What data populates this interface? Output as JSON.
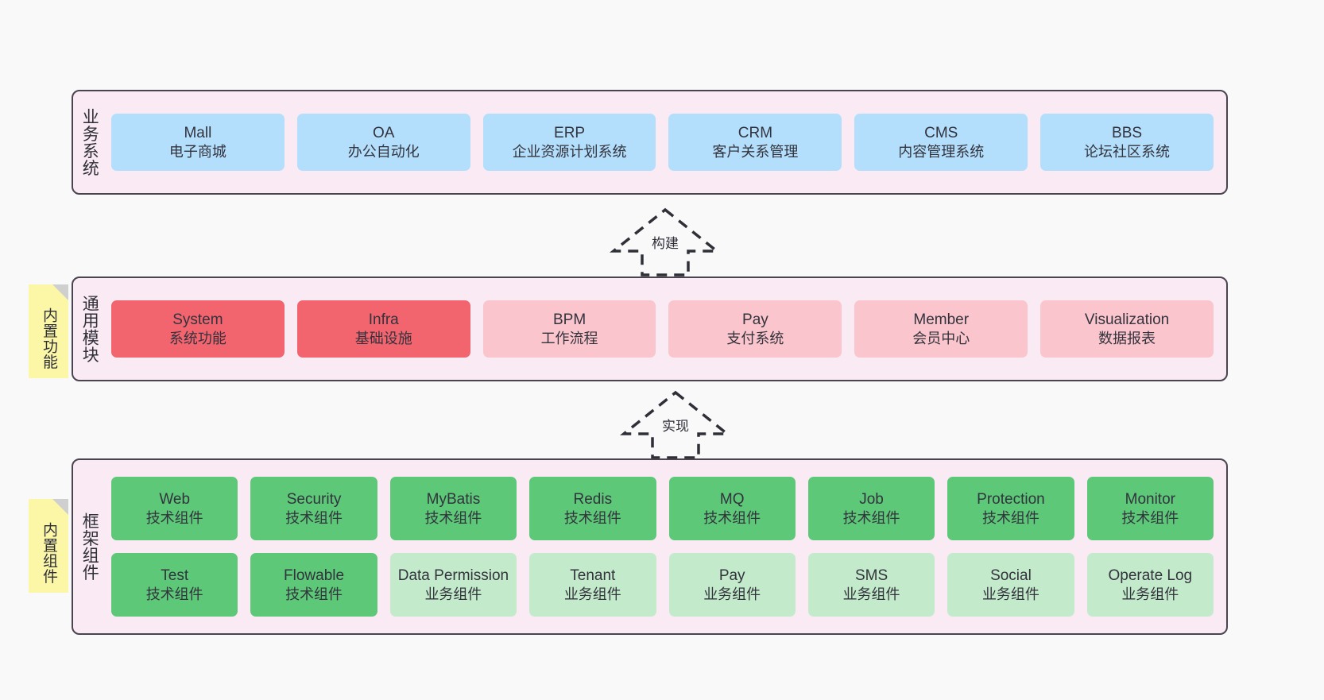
{
  "colors": {
    "canvas_bg": "#f9f9f9",
    "layer_fill": "#f9eaf4",
    "layer_border": "#4a4450",
    "business_card": "#b3dffc",
    "module_primary": "#f2646e",
    "module_secondary": "#fbc5cd",
    "framework_tech": "#5cc878",
    "framework_business": "#c3ebcb",
    "note_fill": "#fbf7a6",
    "note_fold": "#cfcfcf",
    "text": "#33333d"
  },
  "notes": [
    {
      "name": "builtin-functions",
      "label": "内置功能"
    },
    {
      "name": "builtin-components",
      "label": "内置组件"
    }
  ],
  "arrows": [
    {
      "name": "build",
      "label": "构建",
      "style": "dashed-hollow-generalization",
      "direction": "up"
    },
    {
      "name": "implement",
      "label": "实现",
      "style": "dashed-hollow-generalization",
      "direction": "up"
    }
  ],
  "layers": [
    {
      "id": "business",
      "title": "业务系统",
      "rows": [
        {
          "cards": [
            {
              "en": "Mall",
              "cn": "电子商城",
              "color": "#b3dffc"
            },
            {
              "en": "OA",
              "cn": "办公自动化",
              "color": "#b3dffc"
            },
            {
              "en": "ERP",
              "cn": "企业资源计划系统",
              "color": "#b3dffc"
            },
            {
              "en": "CRM",
              "cn": "客户关系管理",
              "color": "#b3dffc"
            },
            {
              "en": "CMS",
              "cn": "内容管理系统",
              "color": "#b3dffc"
            },
            {
              "en": "BBS",
              "cn": "论坛社区系统",
              "color": "#b3dffc"
            }
          ]
        }
      ]
    },
    {
      "id": "modules",
      "title": "通用模块",
      "rows": [
        {
          "cards": [
            {
              "en": "System",
              "cn": "系统功能",
              "color": "#f2646e"
            },
            {
              "en": "Infra",
              "cn": "基础设施",
              "color": "#f2646e"
            },
            {
              "en": "BPM",
              "cn": "工作流程",
              "color": "#fbc5cd"
            },
            {
              "en": "Pay",
              "cn": "支付系统",
              "color": "#fbc5cd"
            },
            {
              "en": "Member",
              "cn": "会员中心",
              "color": "#fbc5cd"
            },
            {
              "en": "Visualization",
              "cn": "数据报表",
              "color": "#fbc5cd"
            }
          ]
        }
      ]
    },
    {
      "id": "framework",
      "title": "框架组件",
      "rows": [
        {
          "cards": [
            {
              "en": "Web",
              "cn": "技术组件",
              "color": "#5cc878"
            },
            {
              "en": "Security",
              "cn": "技术组件",
              "color": "#5cc878"
            },
            {
              "en": "MyBatis",
              "cn": "技术组件",
              "color": "#5cc878"
            },
            {
              "en": "Redis",
              "cn": "技术组件",
              "color": "#5cc878"
            },
            {
              "en": "MQ",
              "cn": "技术组件",
              "color": "#5cc878"
            },
            {
              "en": "Job",
              "cn": "技术组件",
              "color": "#5cc878"
            },
            {
              "en": "Protection",
              "cn": "技术组件",
              "color": "#5cc878"
            },
            {
              "en": "Monitor",
              "cn": "技术组件",
              "color": "#5cc878"
            }
          ]
        },
        {
          "cards": [
            {
              "en": "Test",
              "cn": "技术组件",
              "color": "#5cc878"
            },
            {
              "en": "Flowable",
              "cn": "技术组件",
              "color": "#5cc878"
            },
            {
              "en": "Data Permission",
              "cn": "业务组件",
              "color": "#c3ebcb"
            },
            {
              "en": "Tenant",
              "cn": "业务组件",
              "color": "#c3ebcb"
            },
            {
              "en": "Pay",
              "cn": "业务组件",
              "color": "#c3ebcb"
            },
            {
              "en": "SMS",
              "cn": "业务组件",
              "color": "#c3ebcb"
            },
            {
              "en": "Social",
              "cn": "业务组件",
              "color": "#c3ebcb"
            },
            {
              "en": "Operate Log",
              "cn": "业务组件",
              "color": "#c3ebcb"
            }
          ]
        }
      ]
    }
  ]
}
